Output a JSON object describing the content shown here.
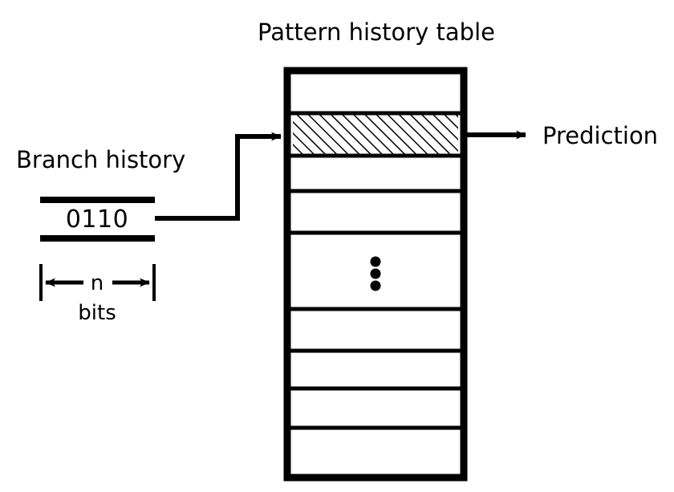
{
  "figure": {
    "type": "block-diagram",
    "title": "Pattern history table",
    "description": "Branch prediction diagram: an n-bit branch history register indexes into a pattern history table, whose selected entry produces a prediction."
  },
  "table": {
    "title": "Pattern history table",
    "rows": 9,
    "highlighted_row_index": 1,
    "highlight_style": "diagonal-hatch",
    "ellipsis": "⋮",
    "ellipsis_row_index": 4
  },
  "branch_history": {
    "label": "Branch history",
    "value": "0110",
    "width_label": "n",
    "width_units": "bits"
  },
  "output": {
    "label": "Prediction"
  },
  "icons": {
    "index_arrow": "arrow-right-icon",
    "output_arrow": "arrow-right-icon",
    "width_arrow": "double-arrow-horizontal-icon",
    "vertical_ellipsis": "vertical-ellipsis-icon"
  },
  "colors": {
    "stroke": "#000000",
    "fill": "#ffffff",
    "hatch": "#000000",
    "background": "#ffffff"
  }
}
